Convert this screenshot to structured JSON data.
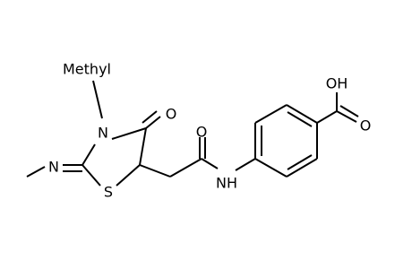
{
  "molecule": {
    "atoms": {
      "methyl_n3": "Methyl",
      "n3": "N",
      "o_ring_carbonyl": "O",
      "n_imine": "N",
      "s1": "S",
      "o_amide": "O",
      "nh_amide": "NH",
      "oh_acid": "OH",
      "o_acid": "O"
    }
  },
  "colors": {
    "background": "#ffffff",
    "bond": "#000000",
    "label": "#000000"
  }
}
